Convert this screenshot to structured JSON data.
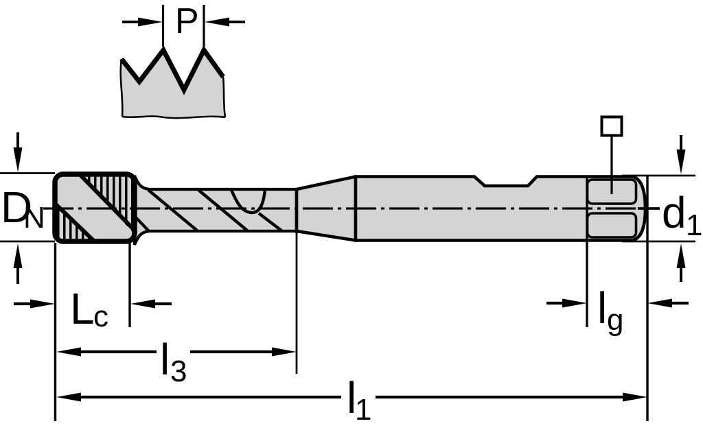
{
  "drawing": {
    "kind": "machine-tap-dimension-drawing",
    "detail_view": "thread-profile",
    "colors": {
      "body_fill": "#d4d4d4",
      "line": "#000000",
      "background": "#ffffff"
    },
    "icons": {
      "square_drive_symbol": "square-outline"
    }
  },
  "dimensions": {
    "pitch": {
      "label": "P"
    },
    "nominal_diameter": {
      "label": "D",
      "subscript": "N"
    },
    "shank_diameter": {
      "label": "d",
      "subscript": "1"
    },
    "chamfer_length": {
      "label": "L",
      "subscript": "c"
    },
    "flute_length": {
      "label": "l",
      "subscript": "3"
    },
    "overall_length": {
      "label": "l",
      "subscript": "1"
    },
    "square_length": {
      "label": "l",
      "subscript": "g"
    }
  }
}
